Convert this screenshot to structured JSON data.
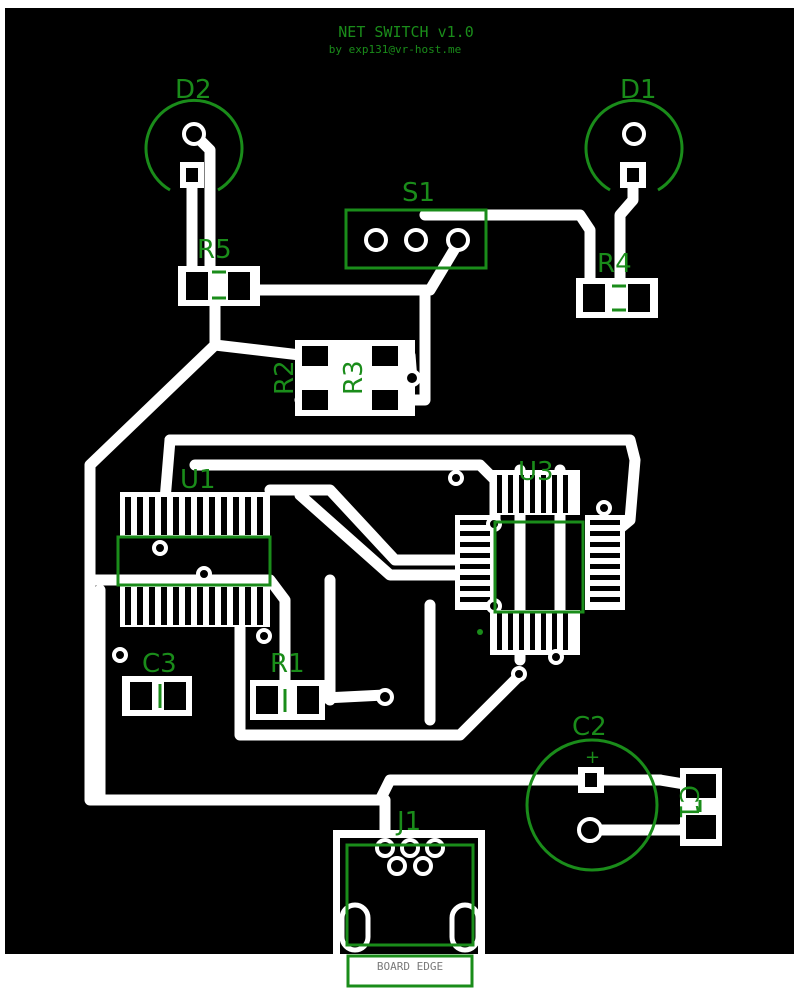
{
  "board": {
    "title": "NET SWITCH v1.0",
    "subtitle": "by exp131@vr-host.me",
    "edge_label": "BOARD EDGE"
  },
  "components": {
    "d2": "D2",
    "d1": "D1",
    "s1": "S1",
    "r5": "R5",
    "r4": "R4",
    "r2": "R2",
    "r3": "R3",
    "u1": "U1",
    "u3": "U3",
    "c3": "C3",
    "r1": "R1",
    "c2": "C2",
    "c1": "C1",
    "j1": "J1",
    "c2_polarity": "+"
  },
  "colors": {
    "board": "#000000",
    "copper": "#ffffff",
    "silkscreen": "#1a8c1a",
    "edge": "#7a7a7a"
  }
}
